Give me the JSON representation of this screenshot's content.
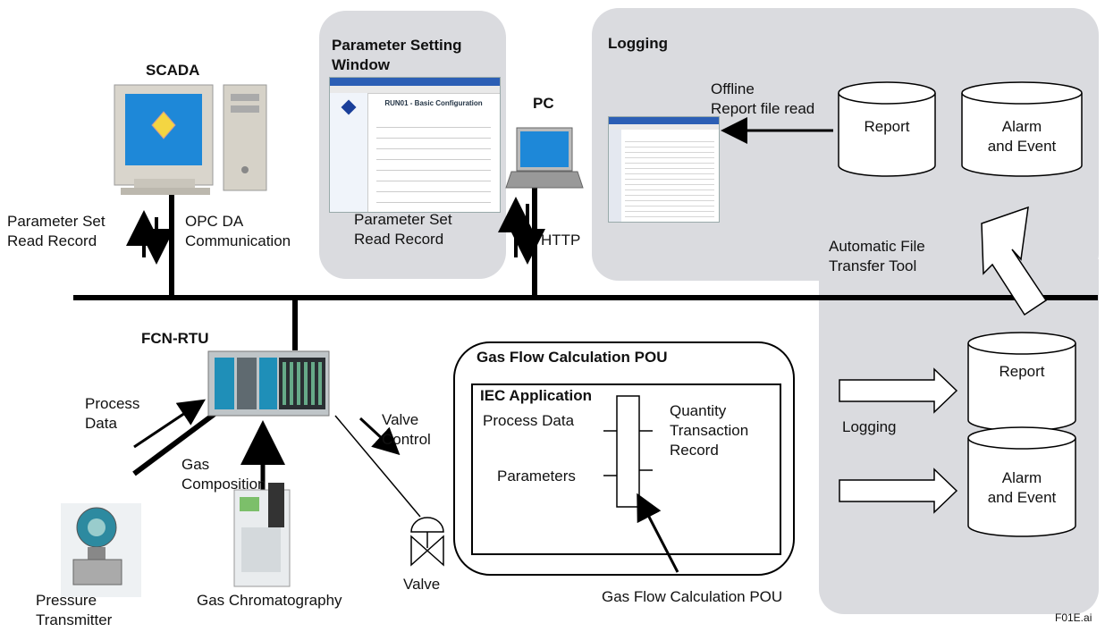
{
  "scada": {
    "title": "SCADA",
    "param_label": "Parameter Set\nRead Record",
    "comm_label": "OPC DA\nCommunication"
  },
  "param_window": {
    "title": "Parameter Setting\nWindow",
    "screen_header": "RUN01 - Basic Configuration",
    "caption": "Parameter Set\nRead Record"
  },
  "pc": {
    "title": "PC",
    "protocol": "HTTP"
  },
  "logging": {
    "title": "Logging",
    "offline_label": "Offline\nReport file read",
    "report_label": "Report",
    "alarm_label": "Alarm\nand Event",
    "transfer_label": "Automatic File\nTransfer Tool",
    "bottom_report_label": "Report",
    "bottom_alarm_label": "Alarm\nand Event",
    "logging_arrow_label": "Logging"
  },
  "rtu": {
    "title": "FCN-RTU",
    "process_data_label": "Process\nData",
    "gas_composition_label": "Gas\nComposition",
    "valve_control_label": "Valve\nControl"
  },
  "devices": {
    "pressure_transmitter": "Pressure\nTransmitter",
    "gas_chromatography": "Gas Chromatography",
    "valve": "Valve"
  },
  "pou": {
    "title": "Gas Flow Calculation POU",
    "iec_title": "IEC Application",
    "input_process": "Process Data",
    "input_params": "Parameters",
    "output": "Quantity\nTransaction\nRecord",
    "caption": "Gas Flow Calculation POU"
  },
  "figure_id": "F01E.ai",
  "colors": {
    "panel_gray": "#dadbdf",
    "bus_black": "#000000",
    "screen_blue": "#1e88d8"
  }
}
